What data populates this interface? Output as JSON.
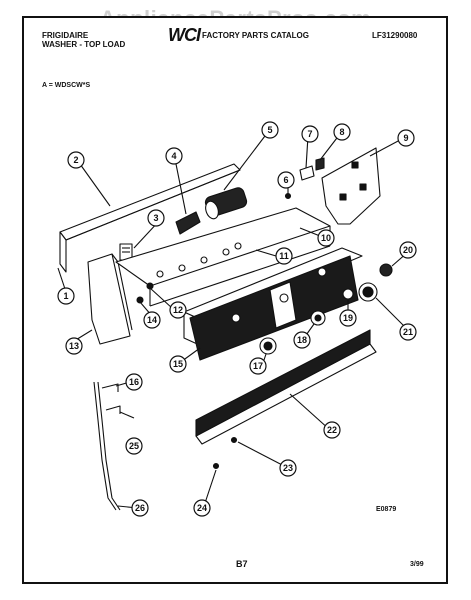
{
  "header": {
    "brand": "FRIGIDAIRE",
    "product": "WASHER - TOP LOAD",
    "logo_text": "WCI",
    "catalog_title": "FACTORY PARTS CATALOG",
    "catalog_number": "LF31290080"
  },
  "model_note": "A = WDSCW*S",
  "watermark": "AppliancePartsPros.com",
  "footer": {
    "figure_code": "E0879",
    "page_number": "B7",
    "date": "3/99"
  },
  "callouts": [
    "1",
    "2",
    "3",
    "4",
    "5",
    "6",
    "7",
    "8",
    "9",
    "10",
    "11",
    "12",
    "13",
    "14",
    "15",
    "16",
    "17",
    "18",
    "19",
    "20",
    "21",
    "22",
    "23",
    "24",
    "25",
    "26"
  ],
  "colors": {
    "ink": "#111111",
    "paper": "#ffffff",
    "watermark": "#9a9a9a"
  }
}
